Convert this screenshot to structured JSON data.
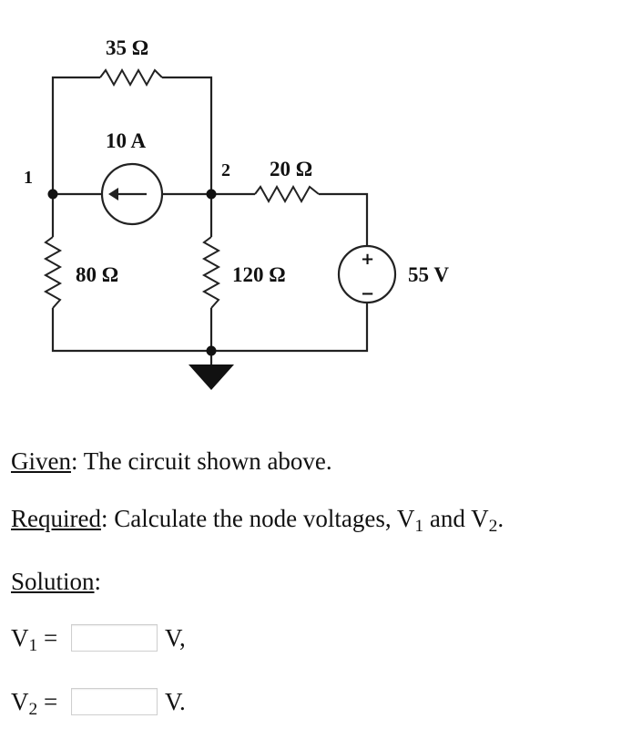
{
  "circuit": {
    "r_top": "35 Ω",
    "current_source": "10 A",
    "node1": "1",
    "node2": "2",
    "r_series": "20 Ω",
    "r_left": "80 Ω",
    "r_mid": "120 Ω",
    "voltage_source": "55 V",
    "vs_plus": "+",
    "vs_minus": "−"
  },
  "problem": {
    "given_label": "Given",
    "given_text": ": The circuit shown above.",
    "required_label": "Required",
    "required_text_a": ": Calculate the node voltages, V",
    "required_sub1": "1",
    "required_text_b": " and V",
    "required_sub2": "2",
    "required_text_c": ".",
    "solution_label": "Solution",
    "solution_colon": ":"
  },
  "answers": [
    {
      "var": "V",
      "sub": "1",
      "eq": " =",
      "value": "",
      "unit": "V,"
    },
    {
      "var": "V",
      "sub": "2",
      "eq": " =",
      "value": "",
      "unit": "V."
    }
  ]
}
